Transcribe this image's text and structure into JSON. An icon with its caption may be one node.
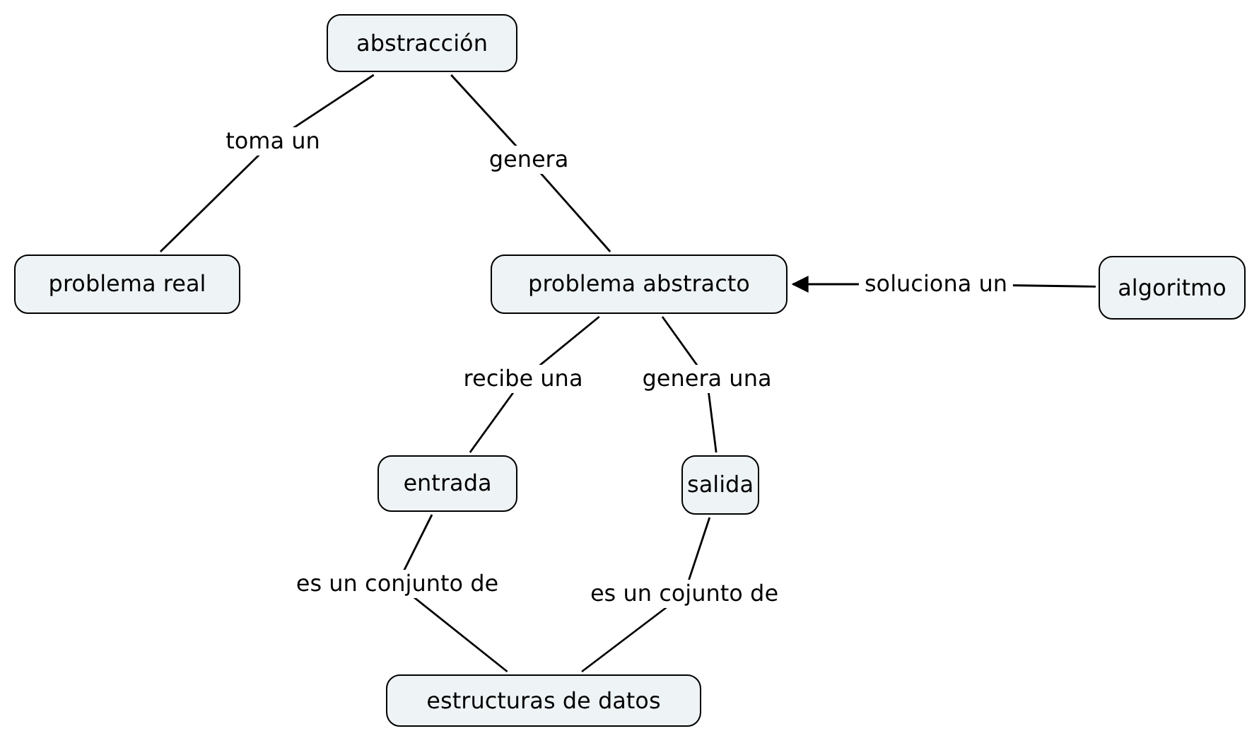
{
  "diagram": {
    "nodes": [
      {
        "text": [
          "abstracción"
        ]
      },
      {
        "text": [
          "problema real"
        ]
      },
      {
        "text": [
          "problema abstracto"
        ]
      },
      {
        "text": [
          "algoritmo"
        ]
      },
      {
        "text": [
          "entrada"
        ]
      },
      {
        "text": [
          "salida"
        ]
      },
      {
        "text": [
          "estructuras de datos"
        ]
      }
    ],
    "edges": [
      {
        "from": 0,
        "to": 1,
        "label": "toma un",
        "arrow": "none"
      },
      {
        "from": 0,
        "to": 2,
        "label": "genera",
        "arrow": "none"
      },
      {
        "from": 3,
        "to": 2,
        "label": "soluciona un",
        "arrow": "to"
      },
      {
        "from": 2,
        "to": 4,
        "label": "recibe una",
        "arrow": "none"
      },
      {
        "from": 2,
        "to": 5,
        "label": "genera una",
        "arrow": "none"
      },
      {
        "from": 4,
        "to": 6,
        "label": "es un conjunto de",
        "arrow": "none"
      },
      {
        "from": 5,
        "to": 6,
        "label": "es un cojunto de",
        "arrow": "none"
      }
    ]
  }
}
